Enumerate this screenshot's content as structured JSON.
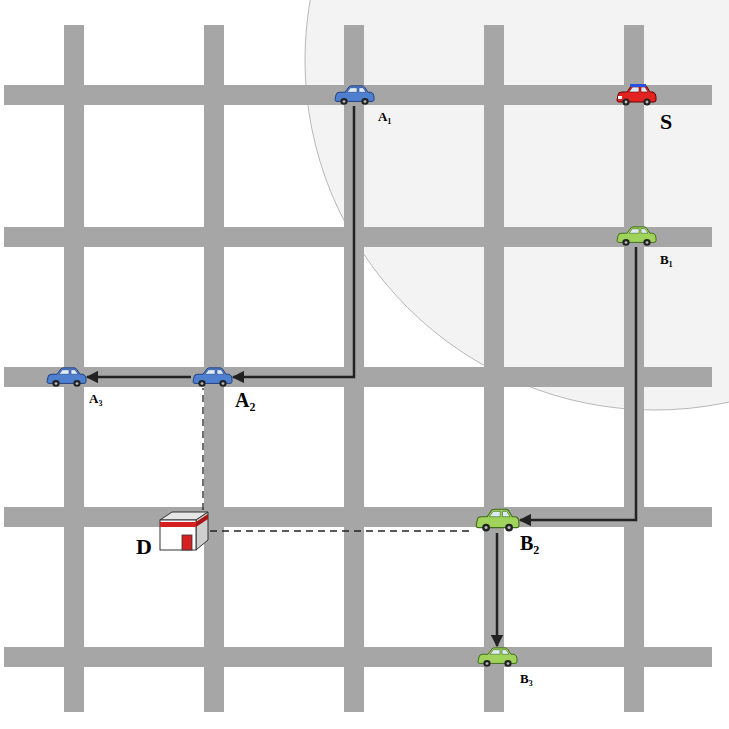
{
  "diagram": {
    "nodes": [
      {
        "text": [
          "A₁"
        ]
      },
      {
        "text": [
          "S"
        ]
      },
      {
        "text": [
          "B₁"
        ]
      },
      {
        "text": [
          "A₃"
        ]
      },
      {
        "text": [
          "A₂"
        ]
      },
      {
        "text": [
          "D"
        ]
      },
      {
        "text": [
          "B₂"
        ]
      },
      {
        "text": [
          "B₃"
        ]
      }
    ],
    "edges": [
      {
        "from": 0,
        "to": 4,
        "arrow": "to"
      },
      {
        "from": 4,
        "to": 3,
        "arrow": "to"
      },
      {
        "from": 2,
        "to": 6,
        "arrow": "to"
      },
      {
        "from": 6,
        "to": 7,
        "arrow": "to"
      },
      {
        "from": 5,
        "to": 4,
        "arrow": "none"
      },
      {
        "from": 5,
        "to": 6,
        "arrow": "none"
      }
    ]
  }
}
